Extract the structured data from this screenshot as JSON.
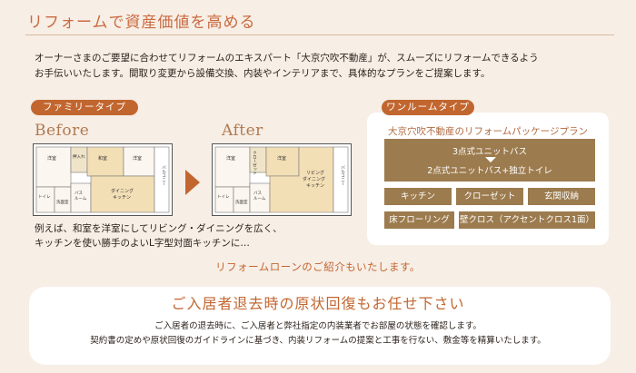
{
  "header": {
    "title": "リフォームで資産価値を高める"
  },
  "intro": {
    "line1": "オーナーさまのご要望に合わせてリフォームのエキスパート「大京穴吹不動産」が、スムーズにリフォームできるよう",
    "line2": "お手伝いいたします。間取り変更から設備交換、内装やインテリアまで、具体的なプランをご提案します。"
  },
  "family": {
    "label": "ファミリータイプ",
    "before_label": "Before",
    "after_label": "After",
    "before_rooms": {
      "western1": "洋室",
      "closet": "押入れ",
      "japanese": "和室",
      "western2": "洋室",
      "toilet": "トイレ",
      "bath": "バス",
      "bath2": "ルーム",
      "washroom": "洗面室",
      "dining1": "ダイニング",
      "dining2": "キッチン",
      "balcony": "バルコニー"
    },
    "after_rooms": {
      "western1": "洋室",
      "closet": "クローゼット",
      "western2": "洋室",
      "living1": "リビング",
      "living2": "ダイニング",
      "living3": "キッチン",
      "toilet": "トイレ",
      "bath": "バス",
      "bath2": "ルーム",
      "washroom": "洗面室",
      "balcony": "バルコニー"
    },
    "example_line1": "例えば、和室を洋室にしてリビング・ダイニングを広く、",
    "example_line2": "キッチンを使い勝手のよいL字型対面キッチンに…"
  },
  "oneroom": {
    "label": "ワンルームタイプ",
    "package_title": "大京穴吹不動産のリフォームパッケージプラン",
    "main_from": "3点式ユニットバス",
    "main_to": "2点式ユニットバス+独立トイレ",
    "items": [
      "キッチン",
      "クローゼット",
      "玄関収納",
      "床フローリング",
      "壁クロス（アクセントクロス1面）"
    ]
  },
  "loan_text": "リフォームローンのご紹介もいたします。",
  "restore": {
    "title": "ご入居者退去時の原状回復もお任せ下さい",
    "line1": "ご入居者の退去時に、ご入居者と弊社指定の内装業者でお部屋の状態を確認します。",
    "line2": "契約書の定めや原状回復のガイドラインに基づき、内装リフォームの提案と工事を行ない、敷金等を精算いたします。"
  },
  "colors": {
    "accent": "#c2662f",
    "package": "#9c7b4e",
    "background": "#f7eee6"
  }
}
